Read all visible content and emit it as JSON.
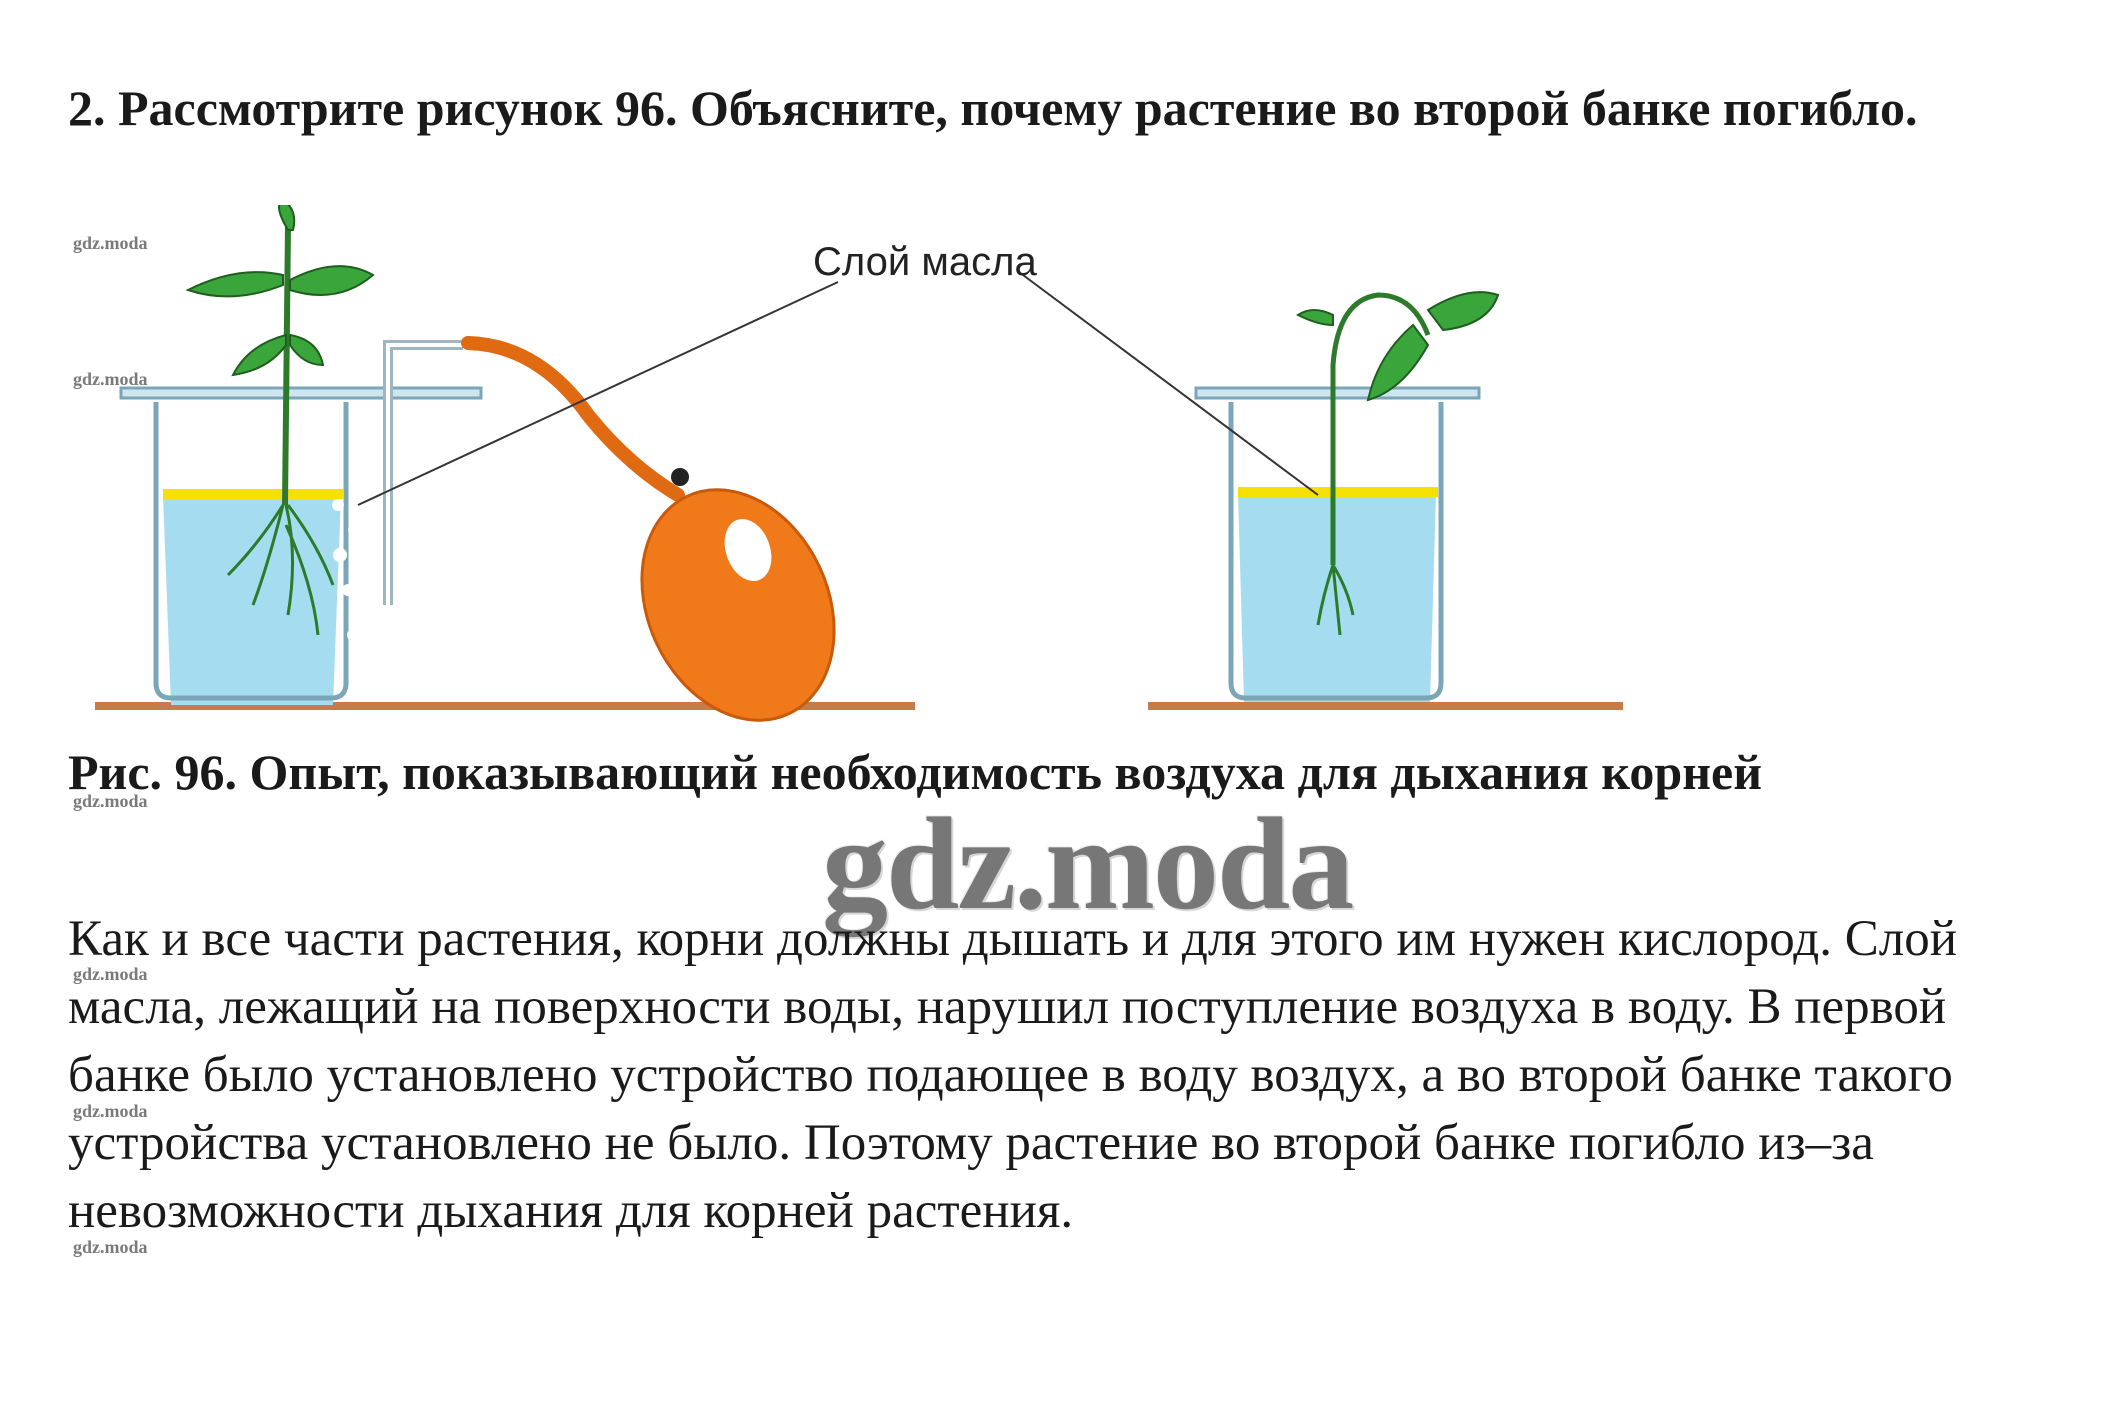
{
  "question": "2. Рассмотрите рисунок 96. Объясните, почему растение во второй банке погибло.",
  "figure": {
    "label": "Слой масла",
    "colors": {
      "water": "#a6dcef",
      "oil": "#f5e000",
      "bulb": "#f07a1a",
      "plant": "#2d7a2a",
      "leaf": "#3aa53a",
      "shelf": "#c87a4a",
      "glass": "#7aa6b8"
    }
  },
  "caption": "Рис. 96. Опыт, показывающий необходимость воздуха для дыхания корней",
  "answer": "Как и все части растения, корни должны дышать и для этого им нужен кислород. Слой масла, лежащий на поверхности воды, нарушил поступление воздуха в воду. В первой банке было установлено устройство подающее в воду воздух, а во второй банке такого устройства установлено не было. Поэтому растение во второй банке погибло из–за невозможности дыхания для корней растения.",
  "watermarks": {
    "small": "gdz.moda",
    "big": "gdz.moda"
  }
}
